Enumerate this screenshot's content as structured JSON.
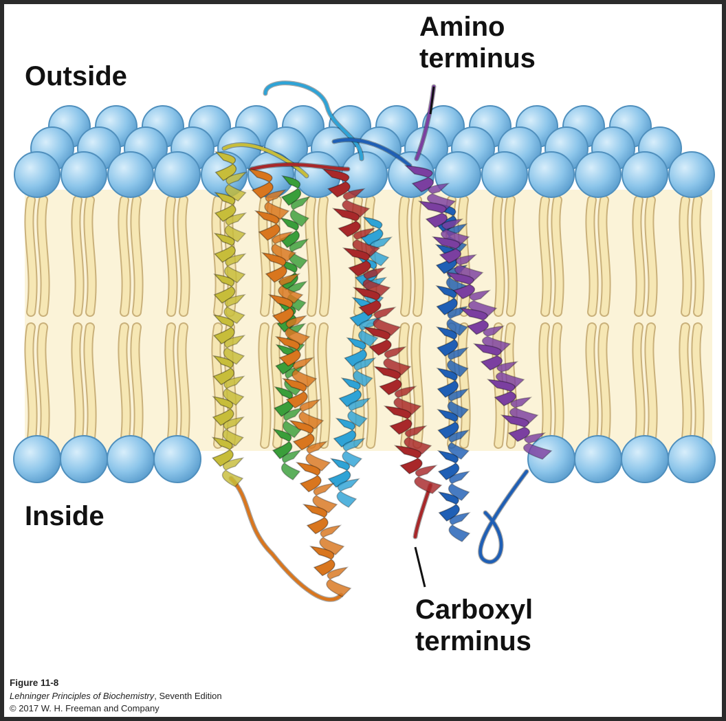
{
  "labels": {
    "outside": "Outside",
    "inside": "Inside",
    "amino_line1": "Amino",
    "amino_line2": "terminus",
    "carboxyl_line1": "Carboxyl",
    "carboxyl_line2": "terminus"
  },
  "caption": {
    "figure": "Figure 11-8",
    "book_title": "Lehninger Principles of Biochemistry",
    "edition": ", Seventh Edition",
    "copyright": "© 2017 W. H. Freeman and Company"
  },
  "colors": {
    "headgroup": "#8cc5ea",
    "headgroup_outline": "#4f8fbd",
    "tail": "#f6e7b4",
    "tail_outline": "#c9b07a",
    "helix_yellow": "#c7bd3a",
    "helix_orange": "#d9761e",
    "helix_green": "#3a9e3a",
    "helix_red": "#a8282a",
    "helix_cyan": "#2fa3d6",
    "helix_blue": "#1f5fb5",
    "helix_purple": "#7b3fa0"
  },
  "icons": {
    "lipid": "phospholipid-glyph",
    "helix": "alpha-helix-ribbon"
  }
}
